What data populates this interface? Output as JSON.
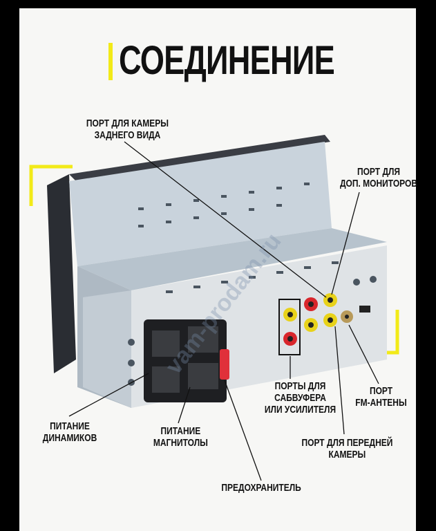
{
  "title": "СОЕДИНЕНИЕ",
  "watermark": "vam-prodam.ru",
  "labels": {
    "rear_camera": [
      "ПОРТ ДЛЯ КАМЕРЫ",
      "ЗАДНЕГО ВИДА"
    ],
    "extra_monitors": [
      "ПОРТ ДЛЯ",
      "ДОП. МОНИТОРОВ"
    ],
    "subwoofer": [
      "ПОРТЫ ДЛЯ",
      "САБВУФЕРА",
      "ИЛИ УСИЛИТЕЛЯ"
    ],
    "fm_antenna": [
      "ПОРТ",
      "FM-АНТЕНЫ"
    ],
    "front_camera": [
      "ПОРТ ДЛЯ ПЕРЕДНЕЙ",
      "КАМЕРЫ"
    ],
    "speaker_power": [
      "ПИТАНИЕ",
      "ДИНАМИКОВ"
    ],
    "radio_power": [
      "ПИТАНИЕ",
      "МАГНИТОЛЫ"
    ],
    "fuse": "ПРЕДОХРАНИТЕЛЬ"
  },
  "colors": {
    "accent": "#f2ea18",
    "rca_yellow": "#e8d21a",
    "rca_red": "#d8262c",
    "fuse_red": "#e0303a"
  }
}
